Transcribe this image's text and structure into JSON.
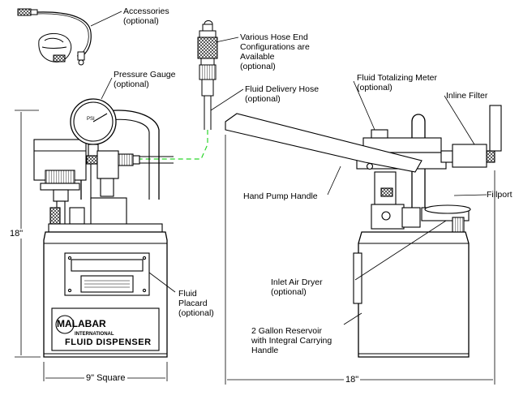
{
  "callouts": {
    "accessories": {
      "line1": "Accessories",
      "line2": "(optional)"
    },
    "hose_end": {
      "line1": "Various Hose End",
      "line2": "Configurations are",
      "line3": "Available",
      "line4": "(optional)"
    },
    "pressure_gauge": {
      "line1": "Pressure Gauge",
      "line2": "(optional)"
    },
    "delivery_hose": {
      "line1": "Fluid Delivery Hose",
      "line2": "(optional)"
    },
    "totalizing_meter": {
      "line1": "Fluid Totalizing Meter",
      "line2": "(optional)"
    },
    "inline_filter": {
      "line1": "Inline Filter"
    },
    "hand_pump_handle": {
      "line1": "Hand Pump Handle"
    },
    "fillport": {
      "line1": "Fillport"
    },
    "fluid_placard": {
      "line1": "Fluid",
      "line2": "Placard",
      "line3": "(optional)"
    },
    "inlet_air_dryer": {
      "line1": "Inlet Air Dryer",
      "line2": "(optional)"
    },
    "reservoir": {
      "line1": "2 Gallon Reservoir",
      "line2": "with Integral Carrying",
      "line3": "Handle"
    }
  },
  "dimensions": {
    "front_height": "18\"",
    "front_width": "9\" Square",
    "side_width": "18\""
  },
  "product_label": {
    "brand": "MALABAR",
    "sub": "INTERNATIONAL",
    "product": "FLUID DISPENSER"
  },
  "colors": {
    "line": "#000000",
    "hose": "#2bd62b",
    "fill": "#ffffff",
    "shade": "#9a9a9a"
  }
}
